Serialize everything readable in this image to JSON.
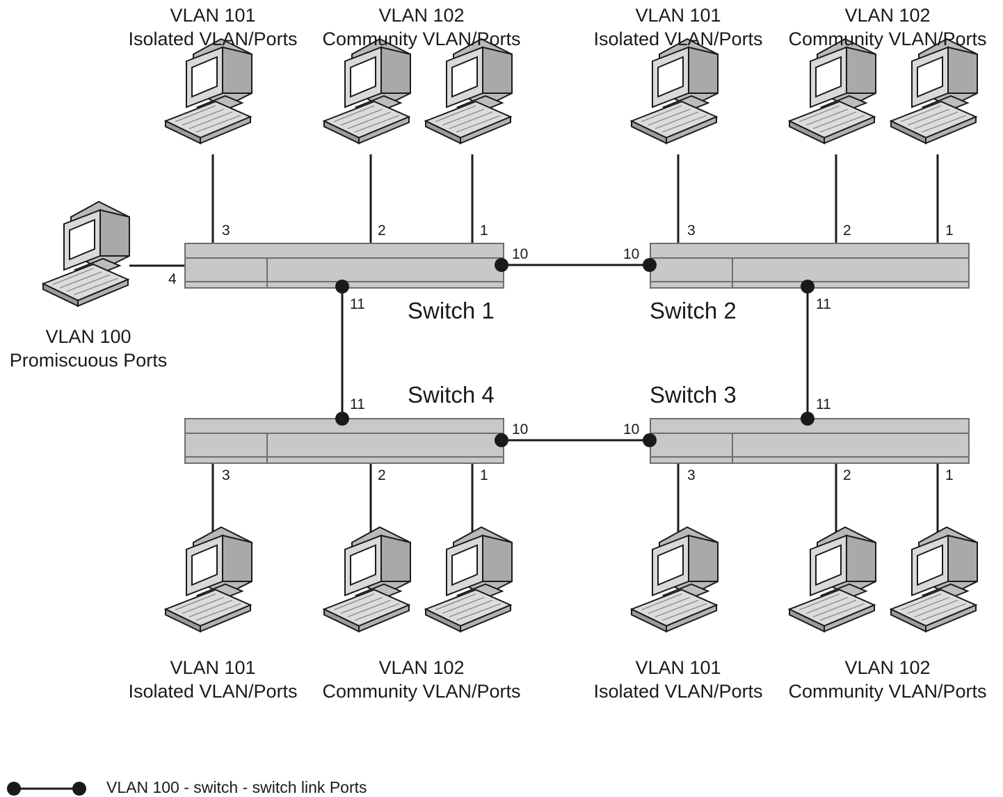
{
  "switches": {
    "s1": "Switch 1",
    "s2": "Switch 2",
    "s3": "Switch 3",
    "s4": "Switch 4"
  },
  "vlans": {
    "isolated": {
      "title": "VLAN 101",
      "desc": "Isolated VLAN/Ports"
    },
    "community": {
      "title": "VLAN 102",
      "desc": "Community VLAN/Ports"
    },
    "promiscuous": {
      "title": "VLAN 100",
      "desc": "Promiscuous Ports"
    }
  },
  "ports": {
    "p1": "1",
    "p2": "2",
    "p3": "3",
    "p4": "4",
    "p10": "10",
    "p11": "11"
  },
  "legend": {
    "text": "VLAN 100 - switch - switch link Ports"
  },
  "colors": {
    "line": "#1a1a1a",
    "switch_fill": "#c8c8c8",
    "computer_fill": "#cfcfcf"
  }
}
